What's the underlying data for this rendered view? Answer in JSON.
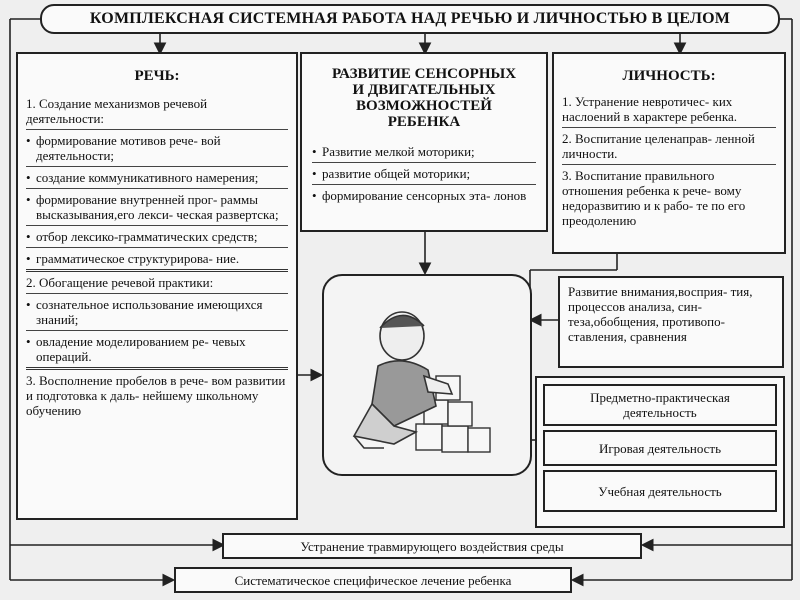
{
  "title": "КОМПЛЕКСНАЯ СИСТЕМНАЯ РАБОТА НАД РЕЧЬЮ И ЛИЧНОСТЬЮ В ЦЕЛОМ",
  "speech": {
    "heading": "РЕЧЬ:",
    "s1": "1. Создание механизмов речевой деятельности:",
    "s1_items": [
      "формирование мотивов рече- вой деятельности;",
      "создание коммуникативного намерения;",
      "формирование внутренней прог- раммы высказывания,его лекси- ческая развертска;",
      "отбор лексико-грамматических средств;",
      "грамматическое структурирова- ние."
    ],
    "s2": "2. Обогащение речевой практики:",
    "s2_items": [
      "сознательное использование имеющихся знаний;",
      "овладение моделированием ре- чевых операций."
    ],
    "s3": "3. Восполнение пробелов в рече- вом развитии и подготовка к даль- нейшему школьному обучению"
  },
  "sensory": {
    "heading": "РАЗВИТИЕ СЕНСОРНЫХ И ДВИГАТЕЛЬНЫХ ВОЗМОЖНОСТЕЙ РЕБЕНКА",
    "items": [
      "Развитие мелкой моторики;",
      "развитие общей моторики;",
      "формирование сенсорных эта- лонов"
    ]
  },
  "personality": {
    "heading": "ЛИЧНОСТЬ:",
    "items": [
      "1. Устранение невротичес- ких наслоений в характере ребенка.",
      "2. Воспитание целенаправ- ленной личности.",
      "3. Воспитание правильного отношения ребенка к рече- вому недоразвитию и к рабо- те по его преодолению"
    ]
  },
  "cognitive": "Развитие внимания,восприя- тия, процессов анализа, син- теза,обобщения, противопо- ставления, сравнения",
  "activities": [
    "Предметно-практическая деятельность",
    "Игровая деятельность",
    "Учебная деятельность"
  ],
  "environment": "Устранение травмирующего воздействия среды",
  "treatment": "Систематическое специфическое лечение ребенка",
  "icons": {
    "child": "child-with-blocks-illustration"
  }
}
